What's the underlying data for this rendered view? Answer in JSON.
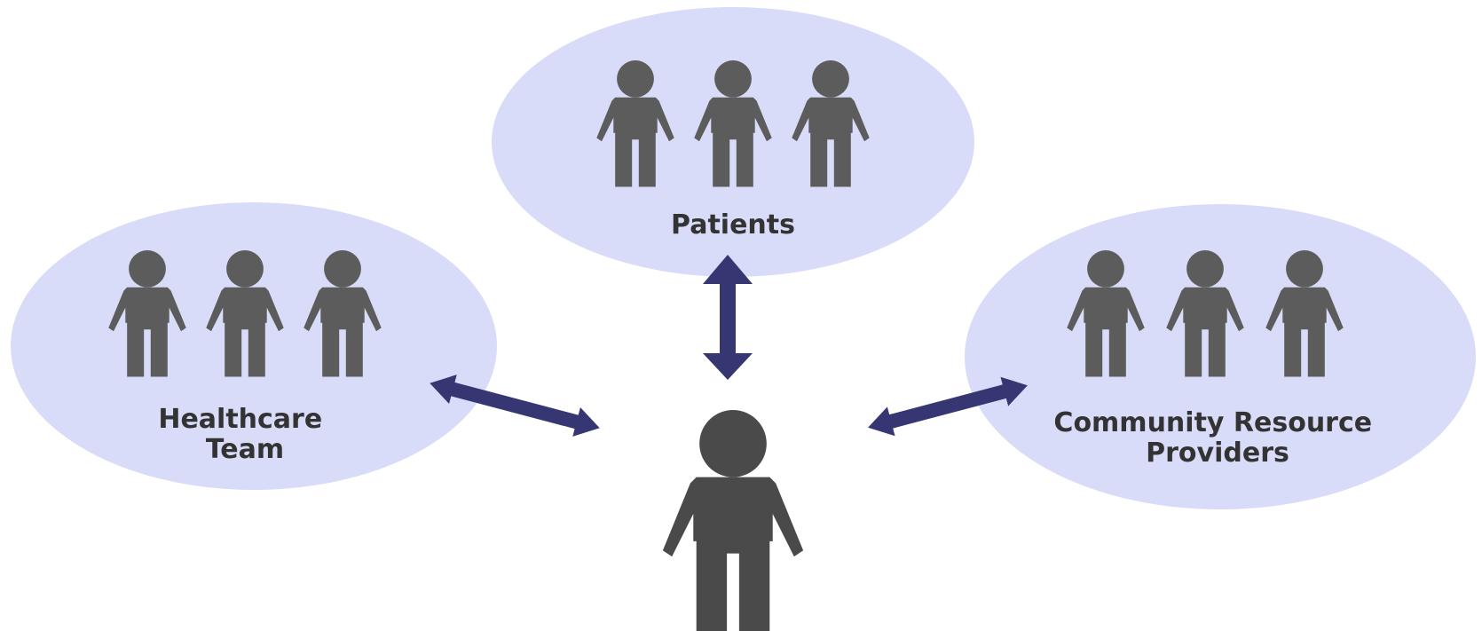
{
  "diagram": {
    "groups": {
      "patients": {
        "label_lines": [
          "Patients"
        ]
      },
      "healthcare": {
        "label_lines": [
          "Healthcare",
          "Team"
        ]
      },
      "community": {
        "label_lines": [
          "Community Resource",
          "Providers"
        ]
      }
    },
    "colors": {
      "ellipse_fill": "#d9dcf9",
      "person_fill": "#5c5c5c",
      "center_person_fill": "#4a4a4a",
      "arrow_fill": "#363673",
      "label_color": "#333333"
    },
    "icons": {
      "person": "person-icon",
      "arrow": "double-headed-arrow-icon"
    }
  }
}
